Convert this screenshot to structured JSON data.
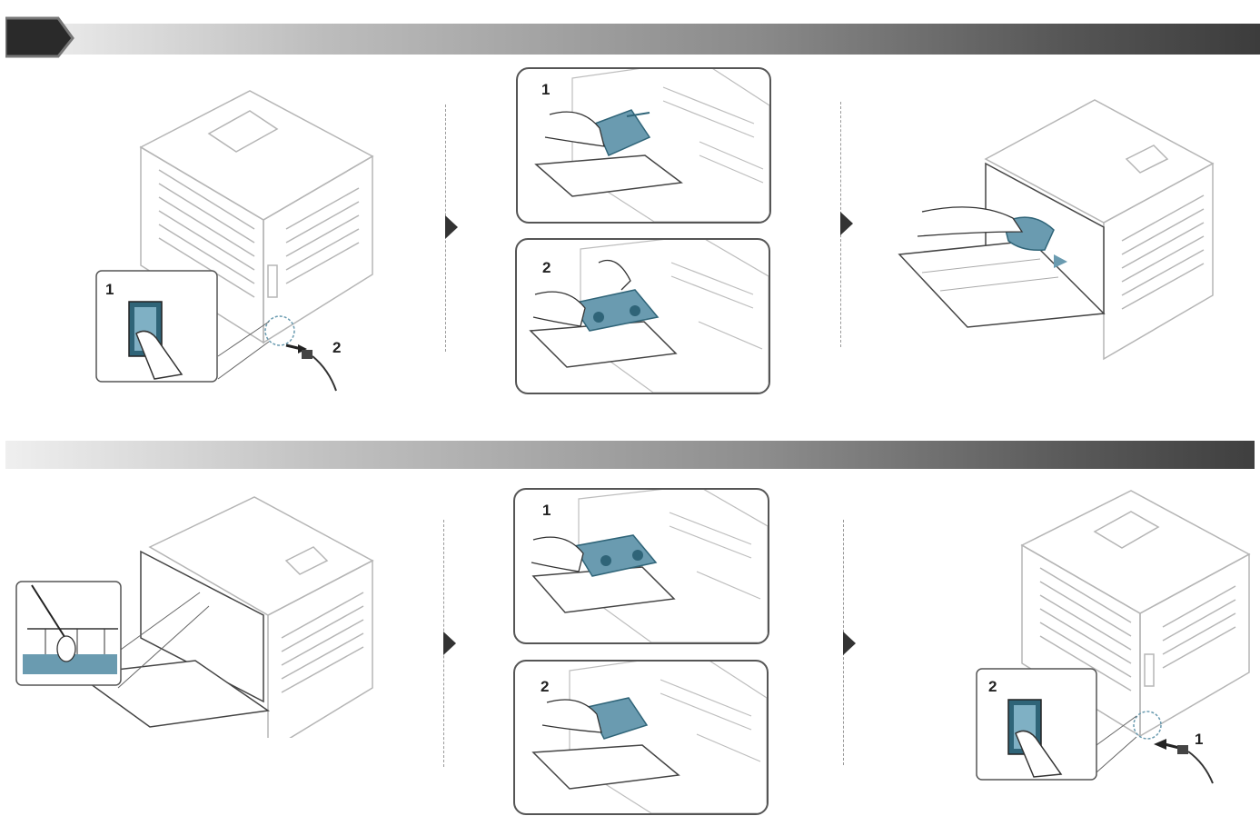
{
  "colors": {
    "accent": "#6a9bb0",
    "accent_dark": "#2f6478",
    "line": "#555555",
    "bar_dark": "#3c3c3c"
  },
  "icons": {
    "section_tab": "section-tab-icon",
    "step_arrow": "step-arrow-icon",
    "power_switch": "power-switch-icon",
    "power_cord": "power-cord-icon"
  },
  "steps": {
    "top_left": {
      "callout": "1",
      "cord": "2"
    },
    "top_middle": {
      "panel_a": "1",
      "panel_b": "2"
    },
    "bottom_middle": {
      "panel_a": "1",
      "panel_b": "2"
    },
    "bottom_right": {
      "callout": "2",
      "cord": "1"
    }
  }
}
